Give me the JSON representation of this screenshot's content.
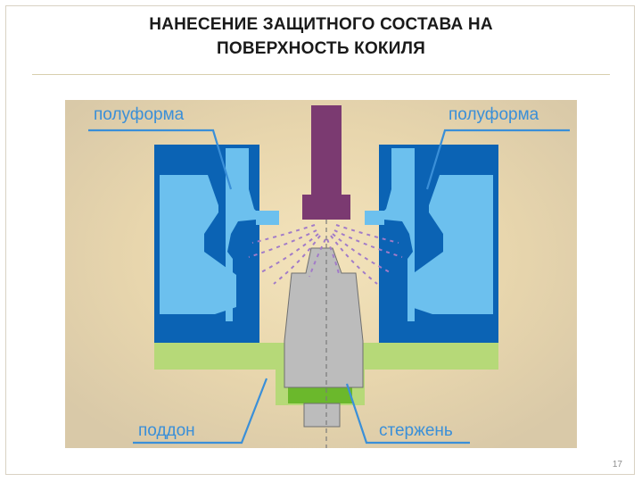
{
  "slide": {
    "title_line1": "НАНЕСЕНИЕ ЗАЩИТНОГО СОСТАВА НА",
    "title_line2": "ПОВЕРХНОСТЬ КОКИЛЯ",
    "page_number": "17"
  },
  "diagram": {
    "labels": {
      "half_mold_left": "полуформа",
      "half_mold_right": "полуформа",
      "pallet": "поддон",
      "core": "стержень"
    },
    "colors": {
      "mold_dark": "#0b63b4",
      "mold_light": "#6cc0ee",
      "pallet": "#b6d978",
      "core_gray": "#bcbcbc",
      "nozzle": "#7b3a71",
      "spray": "#a27bc8",
      "leader": "#3a8fd8",
      "core_base": "#6bb82c"
    }
  }
}
